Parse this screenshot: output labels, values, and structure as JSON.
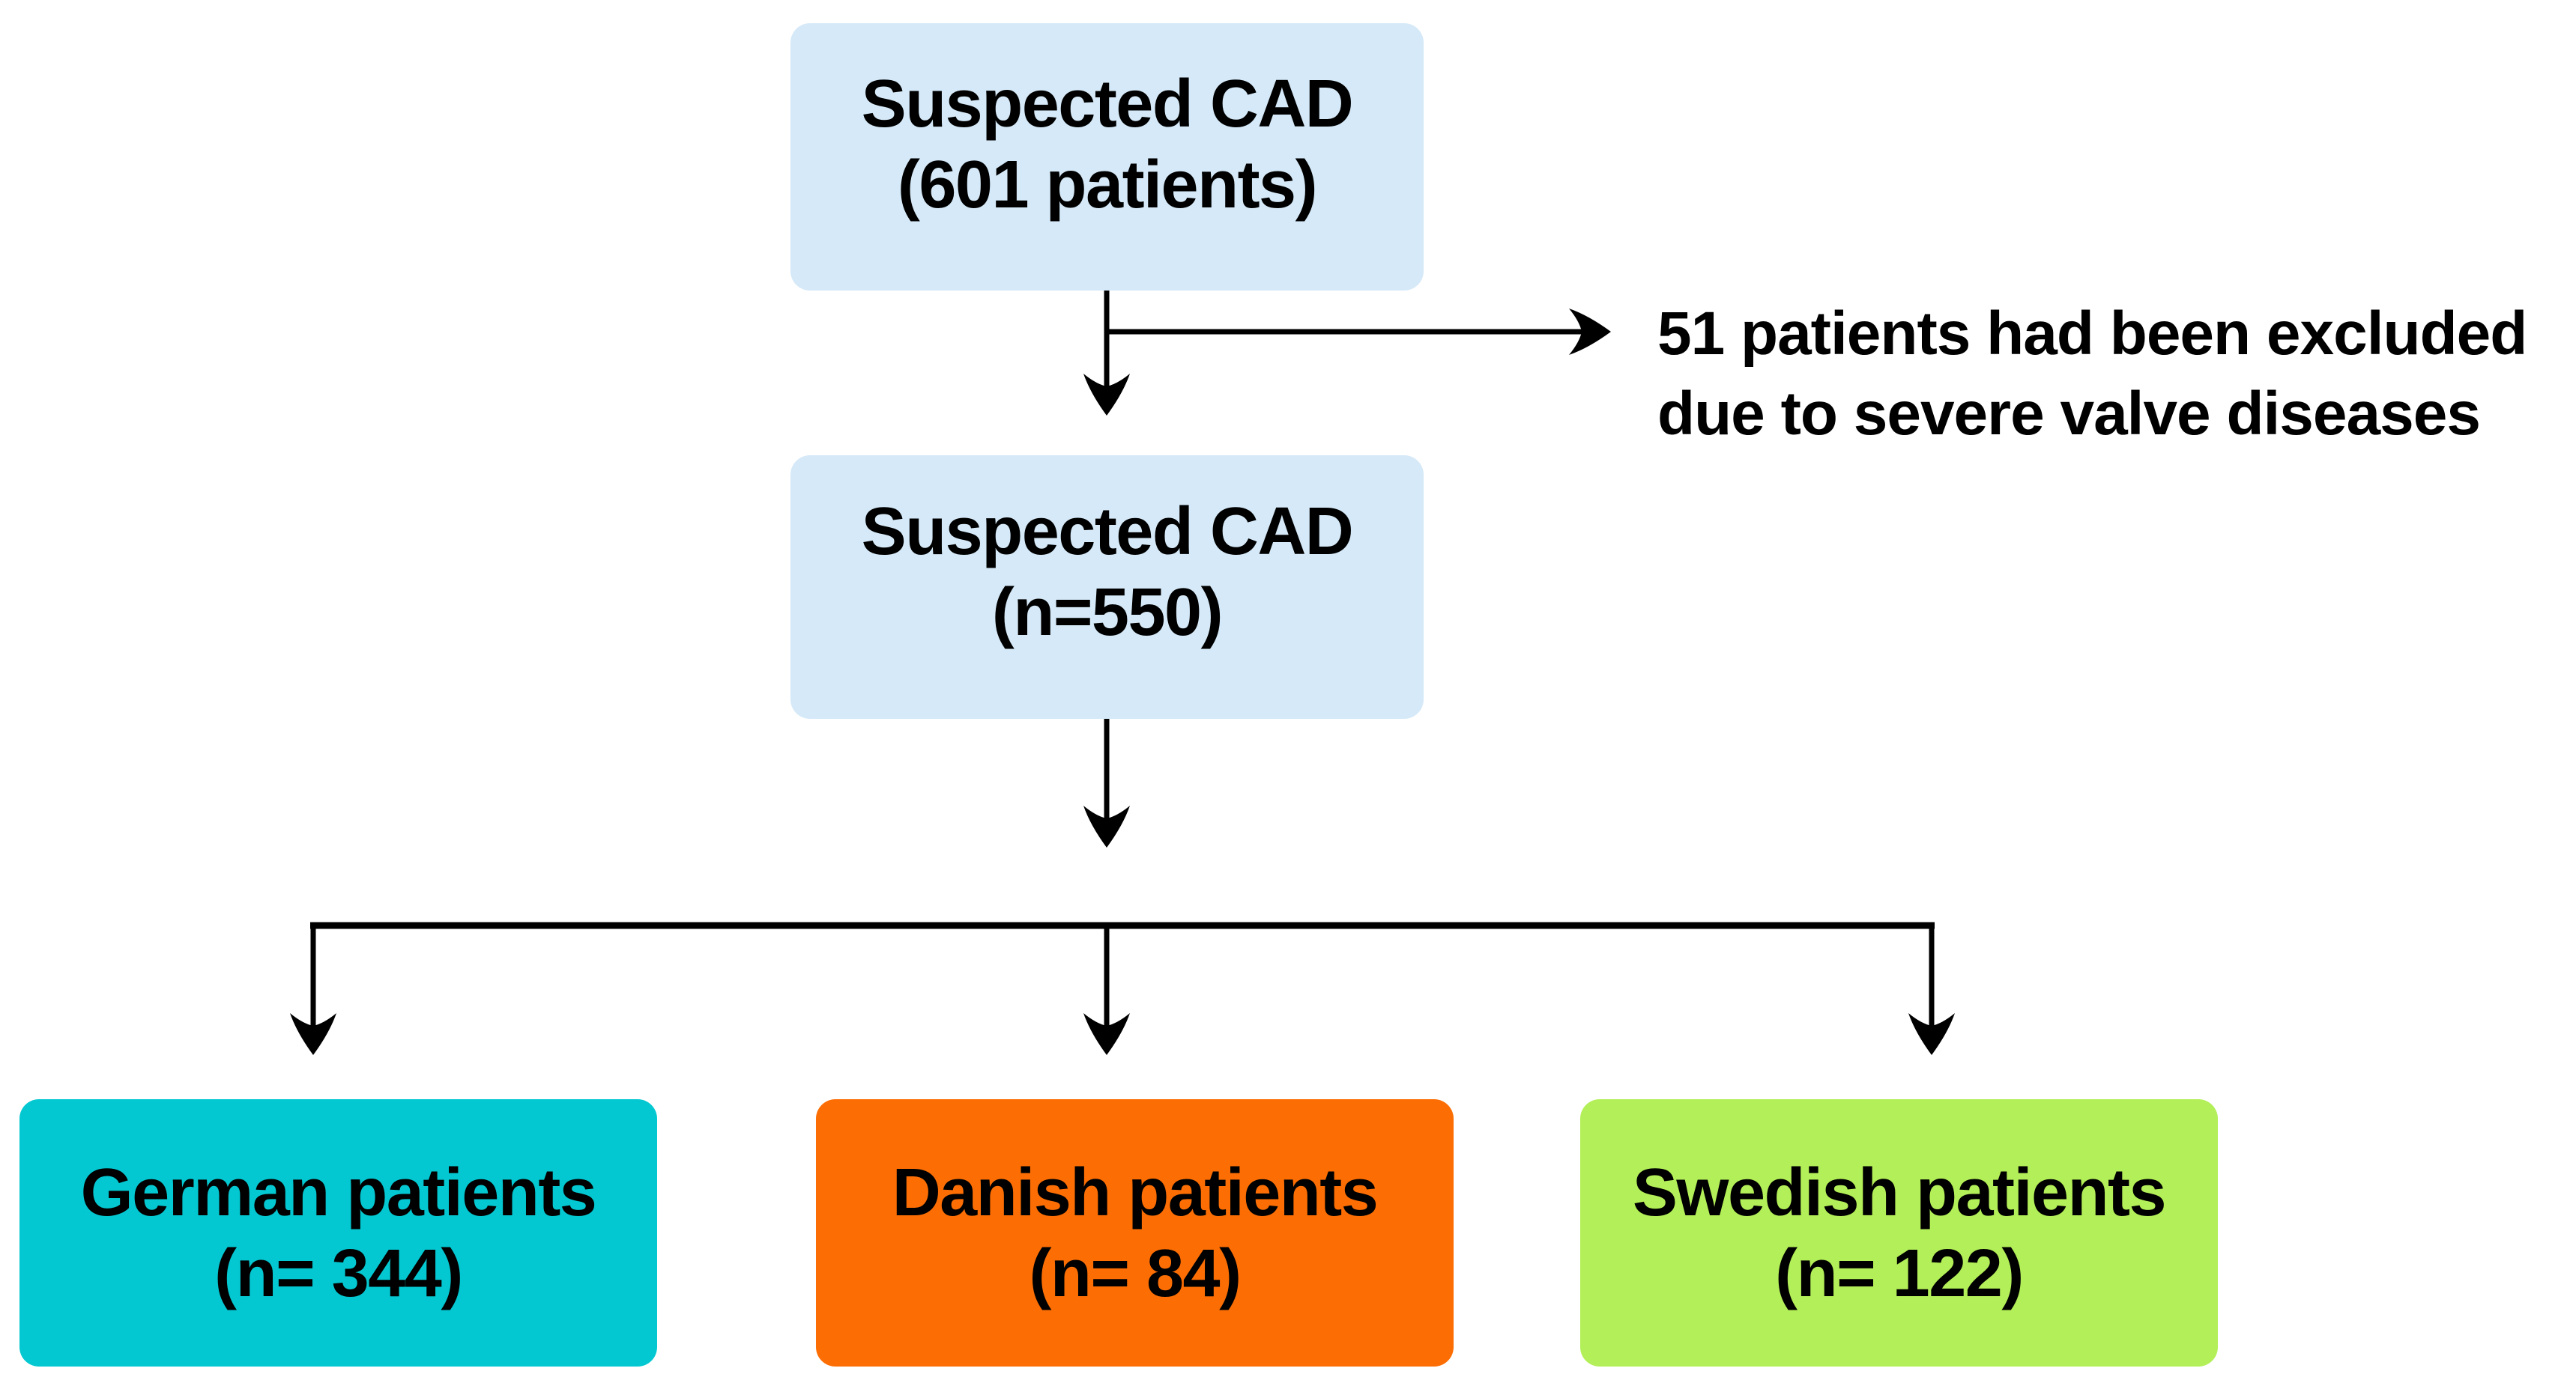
{
  "figure": {
    "type": "patient-flow-diagram",
    "boxes": {
      "suspected_601": {
        "line1": "Suspected CAD",
        "line2": "(601 patients)"
      },
      "suspected_550": {
        "line1": "Suspected CAD",
        "line2": "(n=550)"
      },
      "german": {
        "line1": "German patients",
        "line2": "(n= 344)"
      },
      "danish": {
        "line1": "Danish patients",
        "line2": "(n= 84)"
      },
      "swedish": {
        "line1": "Swedish patients",
        "line2": "(n= 122)"
      }
    },
    "annotations": {
      "exclusion": {
        "line1": "51 patients had been excluded",
        "line2": "due to severe valve diseases"
      }
    },
    "counts": {
      "initial": 601,
      "excluded": 51,
      "after_exclusion": 550,
      "german": 344,
      "danish": 84,
      "swedish": 122
    },
    "colors": {
      "box_blue": "#D5E9F8",
      "box_teal": "#04C8D1",
      "box_orange": "#FC6E04",
      "box_green": "#B3EF58",
      "text": "#000000",
      "arrows": "#000000"
    }
  }
}
